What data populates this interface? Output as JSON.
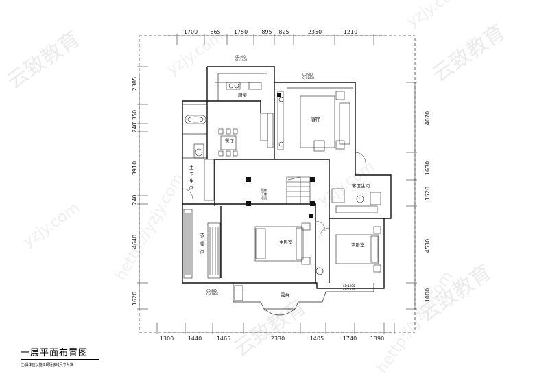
{
  "title": "一层平面布置图",
  "note": "注:具体应以施工现场放线尺寸为准",
  "dims": {
    "top": [
      "1700",
      "865",
      "1750",
      "895",
      "825",
      "2350",
      "1210"
    ],
    "bottom": [
      "1300",
      "1440",
      "1465",
      "2330",
      "1405",
      "1740",
      "1390"
    ],
    "left": [
      "2385",
      "1350",
      "240",
      "3910",
      "240",
      "4640",
      "1620"
    ],
    "right": [
      "4070",
      "1630",
      "1520",
      "4530",
      "1000"
    ]
  },
  "rooms": {
    "kitchen": "厨房",
    "living": "客厅",
    "dining": "餐厅",
    "master_bath": [
      "主",
      "卫",
      "生",
      "间"
    ],
    "wardrobe": [
      "衣",
      "帽",
      "间"
    ],
    "master_bedroom": "主卧室",
    "second_bedroom": "次卧室",
    "guest_bath": "客卫生间",
    "terrace": "露台",
    "stair": [
      "楼梯",
      "下楼",
      "表阅"
    ]
  },
  "openings": [
    {
      "cd": "CD:900",
      "ch": "CH:1430"
    },
    {
      "cd": "CD:900",
      "ch": "CH:1430"
    },
    {
      "cd": "CD:860",
      "ch": "CH:1836"
    },
    {
      "cd": "CD:1000",
      "ch": "CH:1430"
    }
  ],
  "watermark": [
    "yzjy.com",
    "云致教育",
    "hettp://yzjy.com"
  ]
}
